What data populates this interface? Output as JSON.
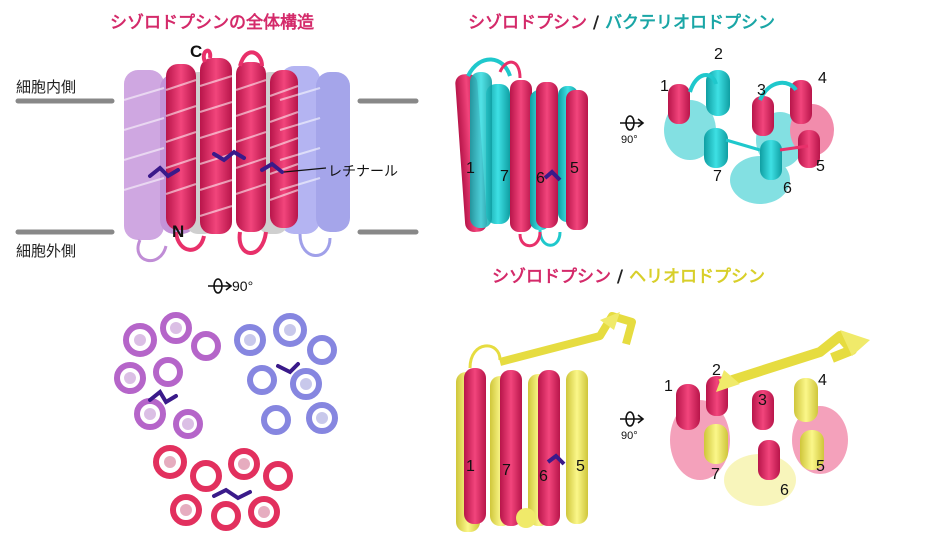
{
  "titles": {
    "left": "シゾロドプシンの全体構造",
    "top_right_a": "シゾロドプシン",
    "top_right_sep": "/",
    "top_right_b": "バクテリオロドプシン",
    "bottom_right_a": "シゾロドプシン",
    "bottom_right_sep": "/",
    "bottom_right_b": "ヘリオロドプシン"
  },
  "membrane": {
    "inner": "細胞内側",
    "outer": "細胞外側"
  },
  "labels": {
    "c_term": "C",
    "n_term": "N",
    "retinal": "レチナール",
    "rotate_left": "90°",
    "rotate_top": "90°",
    "rotate_bottom": "90°"
  },
  "helix_numbers": {
    "top_side": [
      "1",
      "7",
      "6",
      "5"
    ],
    "top_end": [
      "1",
      "2",
      "3",
      "4",
      "5",
      "6",
      "7"
    ],
    "bottom_side": [
      "1",
      "7",
      "6",
      "5"
    ],
    "bottom_end": [
      "1",
      "2",
      "3",
      "4",
      "5",
      "6",
      "7"
    ]
  },
  "colors": {
    "schizo": "#e8306a",
    "bacterio": "#1fc8cc",
    "helio": "#f0ea6a",
    "purple": "#b06ad0",
    "lavender": "#8e8ee8",
    "retinal": "#3a1a8a",
    "membrane": "#888888",
    "title_pink": "#d42a6a",
    "title_teal": "#1aa6a6",
    "title_yellow": "#d8cf2a"
  }
}
